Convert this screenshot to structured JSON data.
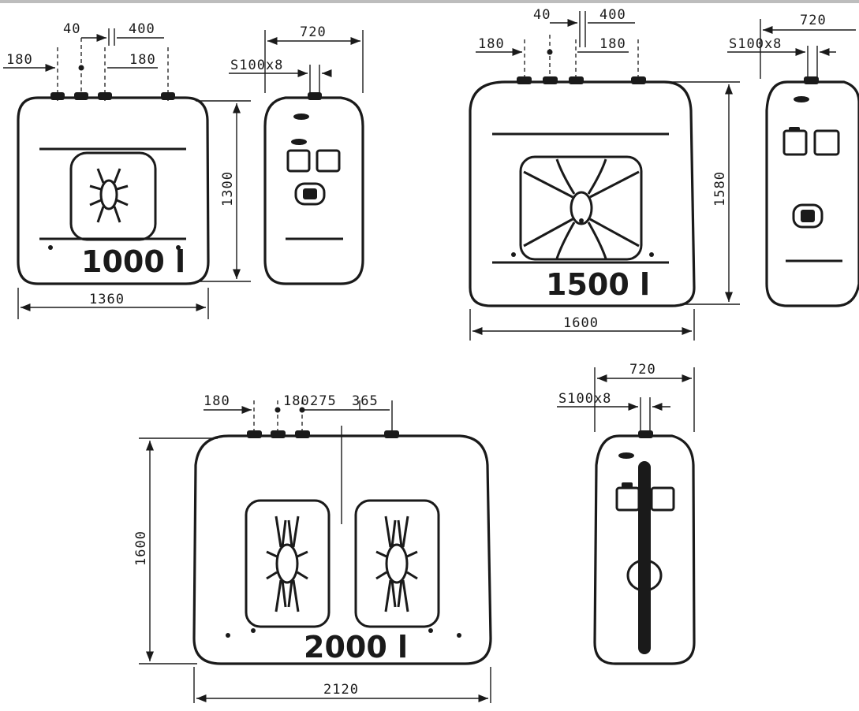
{
  "tanks": {
    "t1000": {
      "capacity": "1000 l",
      "front": {
        "width": "1360",
        "height": "1300",
        "d40": "40",
        "d400": "400",
        "d180a": "180",
        "d180b": "180"
      },
      "side": {
        "width": "720",
        "fitting": "S100x8"
      }
    },
    "t1500": {
      "capacity": "1500 l",
      "front": {
        "width": "1600",
        "height": "1580",
        "d40": "40",
        "d400": "400",
        "d180a": "180",
        "d180b": "180"
      },
      "side": {
        "width": "720",
        "fitting": "S100x8"
      }
    },
    "t2000": {
      "capacity": "2000 l",
      "front": {
        "width": "2120",
        "height": "1600",
        "d180a": "180",
        "d180b": "180",
        "d275": "275",
        "d365": "365"
      },
      "side": {
        "width": "720",
        "fitting": "S100x8"
      }
    }
  }
}
